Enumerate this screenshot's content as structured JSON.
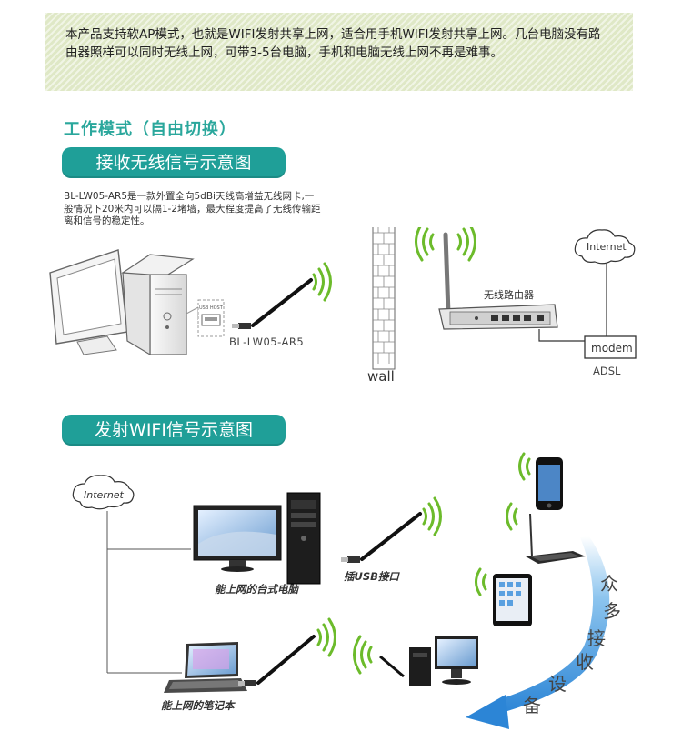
{
  "intro": {
    "text": "本产品支持软AP模式，也就是WIFI发射共享上网，适合用手机WIFI发射共享上网。几台电脑没有路由器照样可以同时无线上网，可带3-5台电脑，手机和电脑无线上网不再是难事。"
  },
  "mode": {
    "title": "工作模式（自由切换）"
  },
  "receive": {
    "pill": "接收无线信号示意图",
    "desc": "BL-LW05-AR5是一款外置全向5dBi天线高增益无线网卡,一般情况下20米内可以隔1-2堵墙，最大程度提高了无线传输距离和信号的稳定性。",
    "usb_host": "USB HOST",
    "adapter_label": "BL-LW05-AR5",
    "wall_label": "wall",
    "router_label": "无线路由器",
    "internet_label": "Internet",
    "modem_label": "modem",
    "adsl_label": "ADSL"
  },
  "transmit": {
    "pill": "发射WIFI信号示意图",
    "internet_label": "Internet",
    "desktop_label": "能上网的台式电脑",
    "usb_label": "插USB接口",
    "laptop_label": "能上网的笔记本",
    "devices_label": [
      "众",
      "多",
      "接",
      "收",
      "设",
      "备"
    ]
  },
  "colors": {
    "teal": "#1f9f98",
    "wave_green": "#6cbb2b",
    "arrow_blue": "#3a8fd8"
  }
}
